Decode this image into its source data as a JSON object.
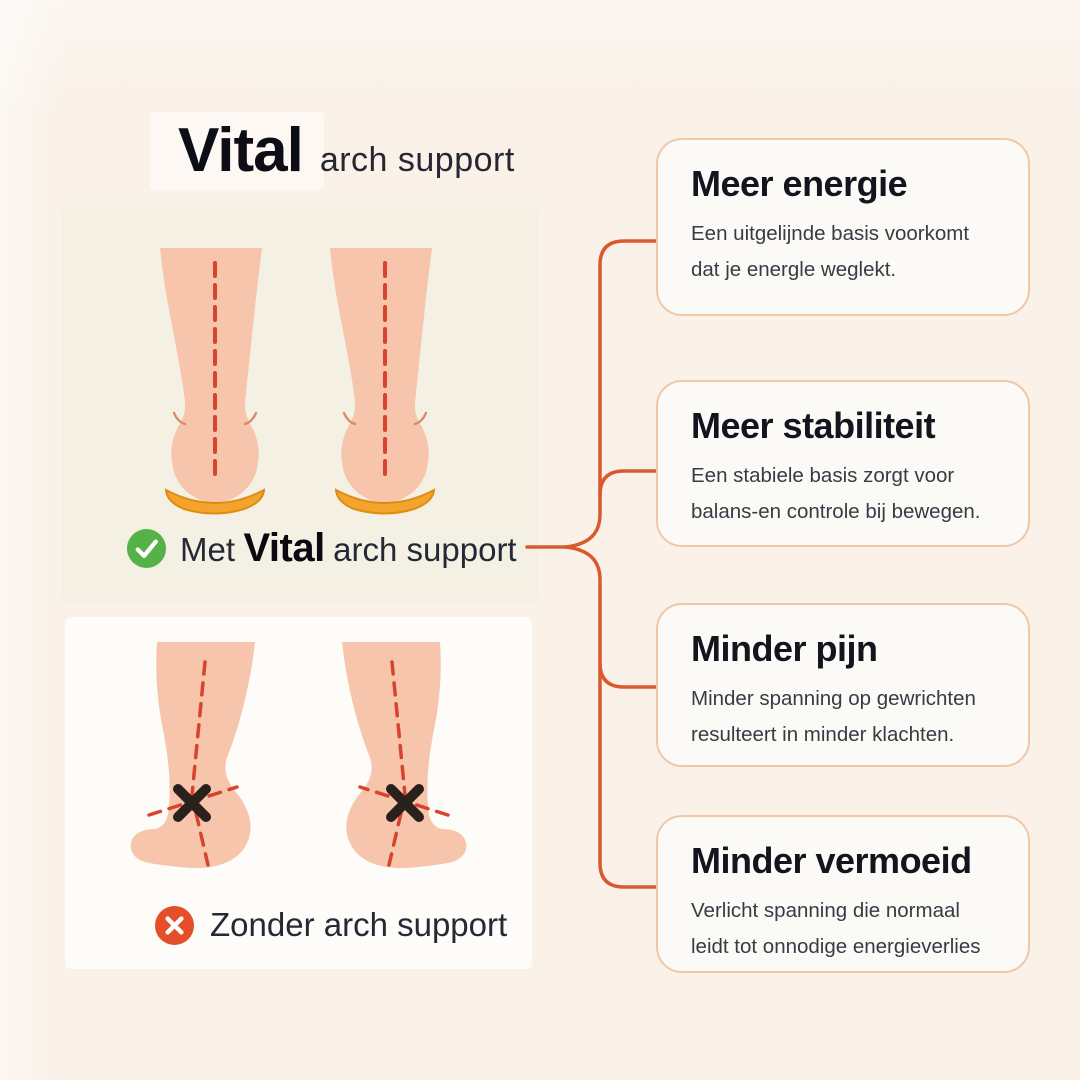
{
  "title": {
    "brand": "Vital",
    "suffix": "arch support"
  },
  "comparison": {
    "with": {
      "icon": "check-icon",
      "prefix": "Met",
      "brand": "Vital",
      "suffix": "arch support"
    },
    "without": {
      "icon": "cross-icon",
      "label": "Zonder arch support"
    }
  },
  "benefits": [
    {
      "title": "Meer energie",
      "body": "Een uitgelijnde basis voorkomt\ndat je energle weglekt."
    },
    {
      "title": "Meer stabiliteit",
      "body": "Een stabiele basis zorgt voor\nbalans-en controle bij bewegen."
    },
    {
      "title": "Minder pijn",
      "body": "Minder spanning op gewrichten\nresulteert in minder klachten."
    },
    {
      "title": "Minder vermoeid",
      "body": "Verlicht spanning die normaal\nleidt tot onnodige energieverlies"
    }
  ],
  "colors": {
    "page-bg": "#FAF1E8",
    "panel-top-bg": "#F4F1E4",
    "panel-bottom-bg": "#FDFCF8",
    "card-bg": "#FCFAF6",
    "card-border": "#F1C7AA",
    "connector": "#D85A2E",
    "heading": "#14141F",
    "body-text": "#3A3A44",
    "label-text": "#242935",
    "skin": "#F6C5AC",
    "dash-red": "#D8432E",
    "insole": "#F4A42C",
    "check-green": "#55B248",
    "cross-red": "#E44E28",
    "xmark": "#2A201C"
  }
}
